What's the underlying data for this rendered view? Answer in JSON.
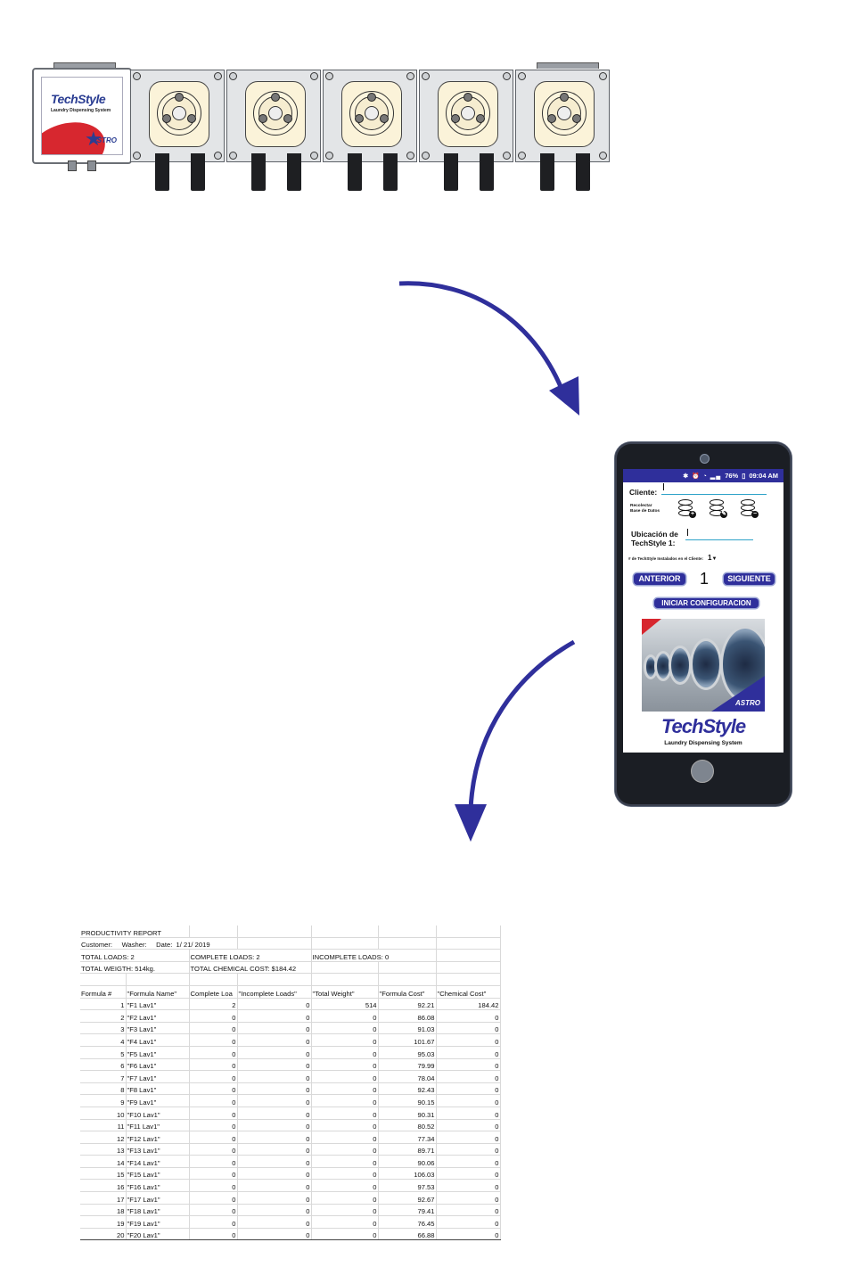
{
  "dispenser": {
    "pump_count": 5,
    "controller_logo": "TechStyle",
    "controller_subtitle": "Laundry Dispensing System",
    "controller_brand": "ASTRO"
  },
  "phone": {
    "status": {
      "battery": "76%",
      "time": "09:04 AM"
    },
    "client_label": "Cliente:",
    "records_label_line1": "Recolectar",
    "records_label_line2": "Base de Datos",
    "location_label_line1": "Ubicación de",
    "location_label_line2": "TechStyle 1:",
    "count_label": "# de TechStyle Instalados en el Cliente:",
    "count_value": "1",
    "prev_button": "ANTERIOR",
    "next_button": "SIGUIENTE",
    "current_index": "1",
    "start_button": "INICIAR CONFIGURACION",
    "photo_brand": "ASTRO",
    "logo": "TechStyle",
    "logo_subtitle": "Laundry Dispensing System"
  },
  "report": {
    "title": "PRODUCTIVITY REPORT",
    "customer_label": "Customer:",
    "washer_label": "Washer:",
    "date_label": "Date:",
    "date_value": "1/ 21/ 2019",
    "total_loads": "TOTAL LOADS: 2",
    "complete_loads": "COMPLETE LOADS: 2",
    "incomplete_loads": "INCOMPLETE LOADS: 0",
    "total_weight": "TOTAL WEIGTH: 514kg.",
    "total_chemical_cost": "TOTAL CHEMICAL COST: $184.42",
    "columns": [
      "Formula #",
      "\"Formula Name\"",
      "Complete Loa",
      "\"Incomplete Loads\"",
      "\"Total Weight\"",
      "\"Formula Cost\"",
      "\"Chemical Cost\""
    ],
    "rows": [
      [
        "1",
        "\"F1 Lav1\"",
        "2",
        "0",
        "514",
        "92.21",
        "184.42"
      ],
      [
        "2",
        "\"F2 Lav1\"",
        "0",
        "0",
        "0",
        "86.08",
        "0"
      ],
      [
        "3",
        "\"F3 Lav1\"",
        "0",
        "0",
        "0",
        "91.03",
        "0"
      ],
      [
        "4",
        "\"F4 Lav1\"",
        "0",
        "0",
        "0",
        "101.67",
        "0"
      ],
      [
        "5",
        "\"F5 Lav1\"",
        "0",
        "0",
        "0",
        "95.03",
        "0"
      ],
      [
        "6",
        "\"F6 Lav1\"",
        "0",
        "0",
        "0",
        "79.99",
        "0"
      ],
      [
        "7",
        "\"F7 Lav1\"",
        "0",
        "0",
        "0",
        "78.04",
        "0"
      ],
      [
        "8",
        "\"F8 Lav1\"",
        "0",
        "0",
        "0",
        "92.43",
        "0"
      ],
      [
        "9",
        "\"F9 Lav1\"",
        "0",
        "0",
        "0",
        "90.15",
        "0"
      ],
      [
        "10",
        "\"F10 Lav1\"",
        "0",
        "0",
        "0",
        "90.31",
        "0"
      ],
      [
        "11",
        "\"F11 Lav1\"",
        "0",
        "0",
        "0",
        "80.52",
        "0"
      ],
      [
        "12",
        "\"F12 Lav1\"",
        "0",
        "0",
        "0",
        "77.34",
        "0"
      ],
      [
        "13",
        "\"F13 Lav1\"",
        "0",
        "0",
        "0",
        "89.71",
        "0"
      ],
      [
        "14",
        "\"F14 Lav1\"",
        "0",
        "0",
        "0",
        "90.06",
        "0"
      ],
      [
        "15",
        "\"F15 Lav1\"",
        "0",
        "0",
        "0",
        "106.03",
        "0"
      ],
      [
        "16",
        "\"F16 Lav1\"",
        "0",
        "0",
        "0",
        "97.53",
        "0"
      ],
      [
        "17",
        "\"F17 Lav1\"",
        "0",
        "0",
        "0",
        "92.67",
        "0"
      ],
      [
        "18",
        "\"F18 Lav1\"",
        "0",
        "0",
        "0",
        "79.41",
        "0"
      ],
      [
        "19",
        "\"F19 Lav1\"",
        "0",
        "0",
        "0",
        "76.45",
        "0"
      ],
      [
        "20",
        "\"F20 Lav1\"",
        "0",
        "0",
        "0",
        "66.88",
        "0"
      ]
    ]
  },
  "colors": {
    "brand_blue": "#2f2f9b",
    "brand_red": "#d7272f",
    "arrow": "#2f2f9b",
    "pump_head": "#fbf3d9"
  }
}
